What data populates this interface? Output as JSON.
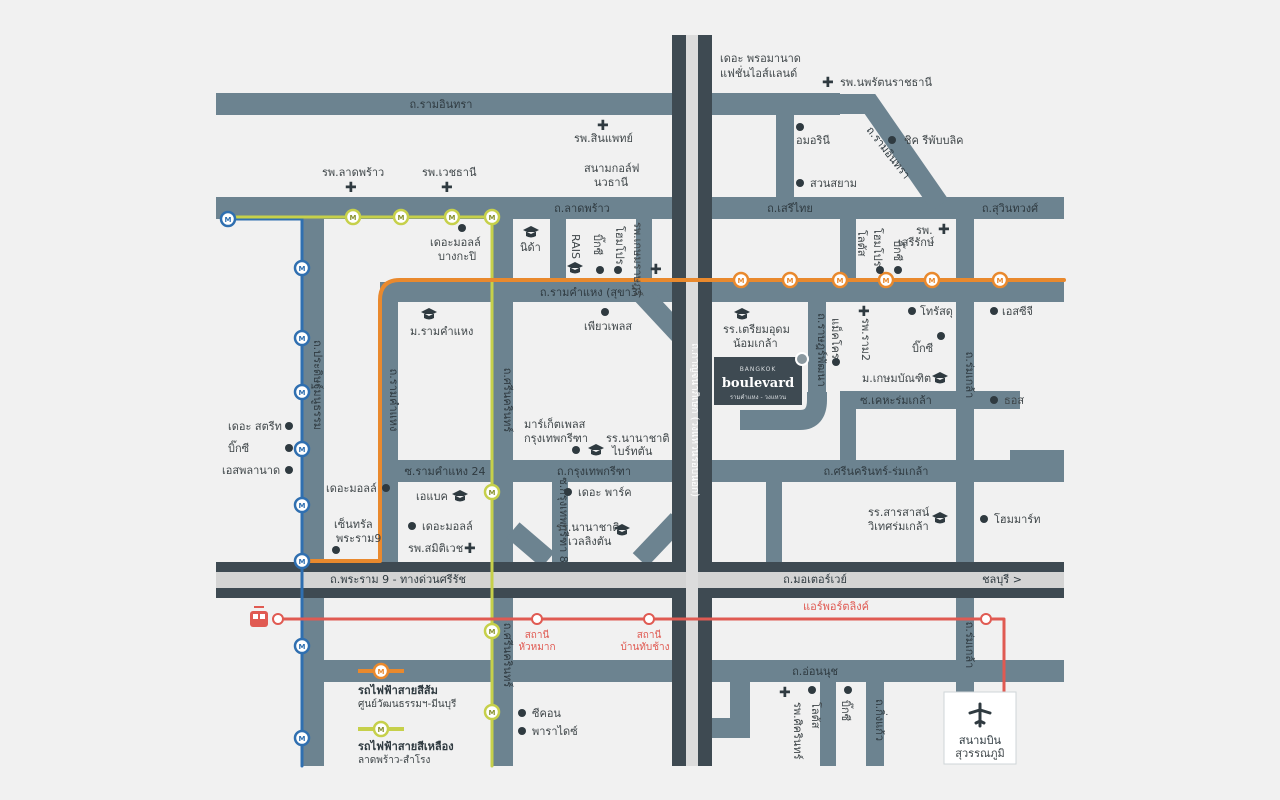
{
  "colors": {
    "background": "#f1f1f1",
    "road": "#6c8390",
    "expressway": "#3e4a52",
    "motorway": "#d4d4d4",
    "orange_line": "#e9892d",
    "yellow_line": "#c6d04a",
    "blue_line": "#2f6fb0",
    "airport_link": "#e05a52"
  },
  "roads": {
    "ramintra": "ถ.รามอินทรา",
    "latphrao": "ถ.ลาดพร้าว",
    "serithai": "ถ.เสรีไทย",
    "suwinthawong": "ถ.สุวินทวงศ์",
    "ramkhamhaeng": "ถ.รามคำแหง (สุขา3)",
    "ramkhamhaeng24": "ซ.รามคำแหง 24",
    "krungthep_kreetha": "ถ.กรุงเทพกรีฑา",
    "srinakarin_romklao": "ถ.ศรีนครินทร์-ร่มเกล้า",
    "chalong_krung": "ซ.เคหะร่มเกล้า",
    "rama9_expressway": "ถ.พระราม 9 - ทางด่วนศรีรัช",
    "motorway": "ถ.มอเตอร์เวย์",
    "chonburi": "ชลบุรี >",
    "onnut": "ถ.อ่อนนุช",
    "kanchanaphisek": "ถ.กาญจนาภิเษก (วงแหวนรอบนอก)",
    "ramintra_diag": "ถ.รามอินทรา",
    "pradit_manutham": "ถ.ประดิษฐ์มนูธรรม",
    "ramkhamhaeng_v": "ถ.รามคำแหง",
    "srinakarin_v": "ถ.ศรีนครินทร์",
    "srinakarin_v2": "ถ.ศรีนครินทร์",
    "krungthep_kreetha_v": "ซ.กรุงเทพกรีฑา 8",
    "kanchana_local": "ถ.ราษฎร์พัฒนา",
    "romklao": "ถ.ร่มเกล้า",
    "romklao2": "ถ.ร่มเกล้า",
    "kingkaew": "ถ.กิ่งแก้ว",
    "airport_link": "แอร์พอร์ตลิงค์"
  },
  "places": {
    "fashion_island": [
      "เดอะ พรอมานาด",
      "แฟชั่นไอส์แลนด์"
    ],
    "hospital_nopparat": "รพ.นพรัตนราชธานี",
    "hospital_sinphaet": "รพ.สินแพทย์",
    "amorini": "อมอรินี",
    "chic_republic": "ชิค รีพับบลิค",
    "golf": [
      "สนามกอล์ฟ",
      "นวธานี"
    ],
    "hospital_latphrao": "รพ.ลาดพร้าว",
    "hospital_vejthani": "รพ.เวชธานี",
    "suan_siam": "สวนสยาม",
    "mall_bangkapi": [
      "เดอะมอลล์",
      "บางกะปิ"
    ],
    "nida": "นิด้า",
    "rais": "RAIS",
    "bigc1": "บิ๊กซี",
    "homepro1": "โฮมโปร",
    "hospital_kasem": "รพ.เกษมราษฎร์",
    "hospital_serirak": [
      "รพ.",
      "เสรีรักษ์"
    ],
    "homepro2": "โฮมโปร",
    "lotus1": "โลตัส",
    "bigc2": "บิ๊กซี",
    "ram_univ": "ม.รามคำแหง",
    "piya_place": "เพียวเพลส",
    "triamudom": [
      "รร.เตรียมอุดม",
      "น้อมเกล้า"
    ],
    "makro": "แม็คโคร",
    "hospital_rama2": "รพ.ราม2",
    "lotus2": "โทรัสดุ",
    "esv": "เอสซีจี",
    "bigc3": "บิ๊กซี",
    "kasem_univ": "ม.เกษมบัณฑิต",
    "thos": "ธอส",
    "street": "เดอะ สตรีท",
    "bigc4": "บิ๊กซี",
    "esplanade": "เอสพลานาด",
    "market_place": [
      "มาร์เก็ตเพลส",
      "กรุงเทพกรีฑา"
    ],
    "nanachart": [
      "รร.นานาชาติ",
      "ไบร์ทตัน"
    ],
    "the_mall_r": "เดอะมอลล์",
    "abac": "เอแบค",
    "the_park": "เดอะ พาร์ค",
    "mall_ramkhamhaeng": "เดอะมอลล์",
    "central_rama9": [
      "เซ็นทรัล",
      "พระราม9"
    ],
    "hospital_samitivej": "รพ.สมิติเวช",
    "wellington": [
      "รร.นานาชาติ",
      "เวลลิงตัน"
    ],
    "saraswat": [
      "รร.สารสาสน์",
      "วิเทศร่มเกล้า"
    ],
    "homemart": "โฮมมาร์ท",
    "hospital_sikarin": "รพ.ศิครินทร์",
    "lotus3": "โลตัส",
    "bigc_pat": "บิ๊กซี",
    "seacon": "ซีคอน",
    "paradise": "พาราไดซ์",
    "airport": [
      "สนามบิน",
      "สุวรรณภูมิ"
    ],
    "station_huamark": [
      "สถานี",
      "หัวหมาก"
    ],
    "station_banthapchang": [
      "สถานี",
      "บ้านทับช้าง"
    ]
  },
  "project": {
    "brand_top": "BANGKOK",
    "brand_main": "boulevard",
    "brand_sub": "รามคำแหง - วงแหวน"
  },
  "legend": {
    "orange_title": "รถไฟฟ้าสายสีส้ม",
    "orange_sub": "ศูนย์วัฒนธรรมฯ-มีนบุรี",
    "yellow_title": "รถไฟฟ้าสายสีเหลือง",
    "yellow_sub": "ลาดพร้าว-สำโรง"
  },
  "station_glyph": "M"
}
